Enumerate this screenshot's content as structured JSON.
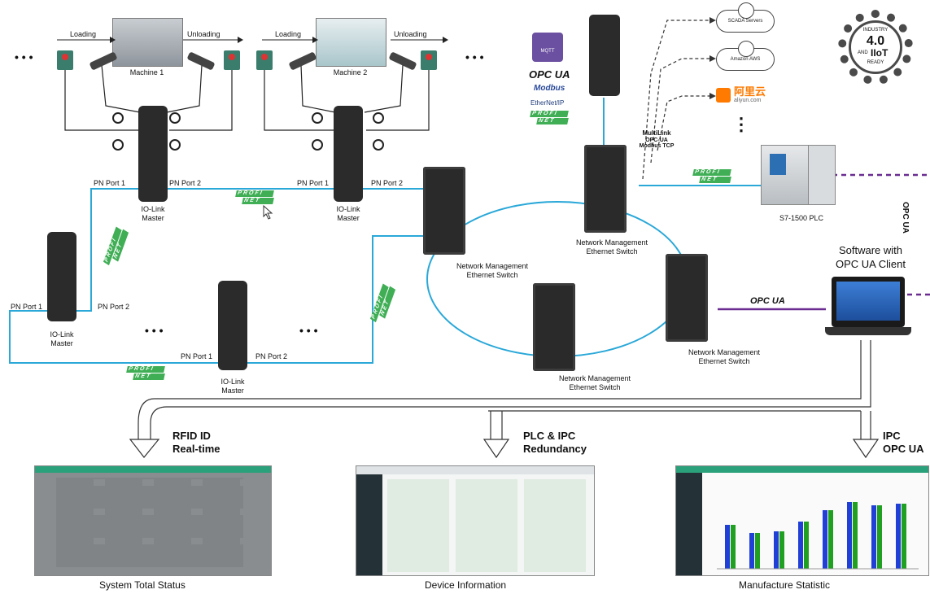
{
  "machines": [
    {
      "name": "Machine 1",
      "loading": "Loading",
      "unloading": "Unloading"
    },
    {
      "name": "Machine 2",
      "loading": "Loading",
      "unloading": "Unloading"
    }
  ],
  "io_link_masters": [
    {
      "line1": "IO-Link",
      "line2": "Master",
      "port1": "PN Port 1",
      "port2": "PN Port 2"
    },
    {
      "line1": "IO-Link",
      "line2": "Master",
      "port1": "PN Port 1",
      "port2": "PN Port 2"
    },
    {
      "line1": "IO-Link",
      "line2": "Master",
      "port1": "PN Port 1",
      "port2": "PN Port 2"
    },
    {
      "line1": "IO-Link",
      "line2": "Master",
      "port1": "PN Port 1",
      "port2": "PN Port 2"
    }
  ],
  "switches": [
    {
      "line1": "Network Management",
      "line2": "Ethernet Switch"
    },
    {
      "line1": "Network Management",
      "line2": "Ethernet Switch"
    },
    {
      "line1": "Network Management",
      "line2": "Ethernet Switch"
    },
    {
      "line1": "Network Management",
      "line2": "Ethernet Switch"
    }
  ],
  "ellipsis": "• • •",
  "ellipsis_vertical": "⋮",
  "profinet": {
    "line1": "PROFI",
    "line2": "NET"
  },
  "protocols": {
    "mqtt": "MQTT",
    "opcua": "OPC UA",
    "modbus": "Modbus",
    "ethernetip": "EtherNet/IP"
  },
  "multilink": {
    "line1": "MultiLink",
    "line2": "OPC-UA",
    "line3": "Modbus TCP"
  },
  "clouds": {
    "scada": "SCADA Servers",
    "aws": "Amazon AWS",
    "aliyun_cn": "阿里云",
    "aliyun_en": "aliyun.com"
  },
  "badge": {
    "line1": "INDUSTRY",
    "big": "4.0",
    "line2": "AND",
    "iiot": "IIoT",
    "line3": "READY"
  },
  "plc": {
    "label": "S7-1500 PLC"
  },
  "software": {
    "line1": "Software with",
    "line2": "OPC UA Client",
    "side": "OPC UA"
  },
  "opcua_link": "OPC UA",
  "flows": [
    {
      "line1": "RFID ID",
      "line2": "Real-time"
    },
    {
      "line1": "PLC & IPC",
      "line2": "Redundancy"
    },
    {
      "line1": "IPC",
      "line2": "OPC UA"
    }
  ],
  "screens": [
    {
      "caption": "System Total Status"
    },
    {
      "caption": "Device Information"
    },
    {
      "caption": "Manufacture Statistic"
    }
  ],
  "colors": {
    "ethernet": "#2aa8d8",
    "profinet": "#3fae55",
    "opcua_link": "#6a2c91",
    "teal_bar": "#2aa17a"
  }
}
